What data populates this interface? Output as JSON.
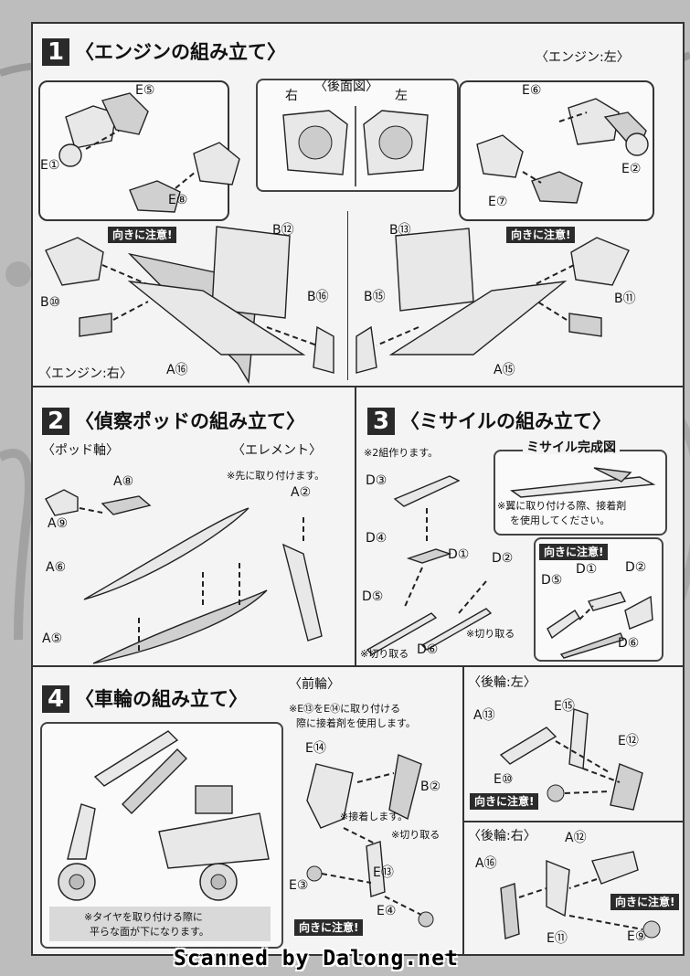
{
  "footer": "Scanned by Dalong.net",
  "steps": {
    "s1": {
      "num": "1",
      "title": "〈エンジンの組み立て〉",
      "left_caption": "〈エンジン:右〉",
      "right_caption": "〈エンジン:左〉",
      "rear_view": "〈後面図〉",
      "rear_right": "右",
      "rear_left": "左",
      "warn1": "向きに注意!",
      "warn2": "向きに注意!",
      "labels": [
        "E⑤",
        "E①",
        "E⑧",
        "E⑥",
        "E②",
        "E⑦",
        "B⑫",
        "B⑩",
        "B⑯",
        "A⑯",
        "B⑬",
        "B⑮",
        "B⑪",
        "A⑮"
      ]
    },
    "s2": {
      "num": "2",
      "title": "〈偵察ポッドの組み立て〉",
      "pod_axis": "〈ポッド軸〉",
      "element": "〈エレメント〉",
      "note": "※先に取り付けます。",
      "labels": [
        "A⑧",
        "A⑨",
        "A②",
        "A⑥",
        "A⑤"
      ]
    },
    "s3": {
      "num": "3",
      "title": "〈ミサイルの組み立て〉",
      "note_two": "※2組作ります。",
      "complete": "ミサイル完成図",
      "glue_note_1": "※翼に取り付ける際、接着剤",
      "glue_note_2": "を使用してください。",
      "warn": "向きに注意!",
      "cut1": "※切り取る",
      "cut2": "※切り取る",
      "labels": [
        "D③",
        "D④",
        "D①",
        "D②",
        "D⑤",
        "D⑥",
        "D⑤",
        "D①",
        "D②",
        "D⑥"
      ]
    },
    "s4": {
      "num": "4",
      "title": "〈車輪の組み立て〉",
      "front": "〈前輪〉",
      "front_note_1": "※E⑬をE⑭に取り付ける",
      "front_note_2": "際に接着剤を使用します。",
      "glue": "※接着します。",
      "cut": "※切り取る",
      "tire_note_1": "※タイヤを取り付ける際に",
      "tire_note_2": "平らな面が下になります。",
      "warn_front": "向きに注意!",
      "rear_left": "〈後輪:左〉",
      "rear_right": "〈後輪:右〉",
      "warn_rl": "向きに注意!",
      "warn_rr": "向きに注意!",
      "labels": [
        "E⑭",
        "B②",
        "E⑬",
        "E③",
        "E④",
        "A⑬",
        "E⑮",
        "E⑫",
        "E⑩",
        "A⑫",
        "A⑯",
        "E⑪",
        "E⑨"
      ]
    }
  }
}
